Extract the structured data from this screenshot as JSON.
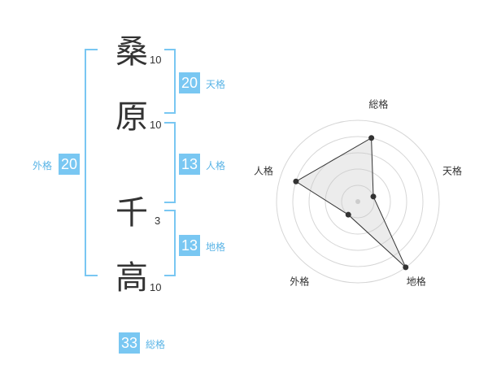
{
  "name": {
    "chars": [
      {
        "char": "桑",
        "strokes": "10"
      },
      {
        "char": "原",
        "strokes": "10"
      },
      {
        "char": "千",
        "strokes": "3"
      },
      {
        "char": "高",
        "strokes": "10"
      }
    ]
  },
  "fortunes": {
    "tenkaku": {
      "value": "20",
      "label": "天格"
    },
    "jinkaku": {
      "value": "13",
      "label": "人格"
    },
    "chikaku": {
      "value": "13",
      "label": "地格"
    },
    "gaikaku": {
      "value": "20",
      "label": "外格"
    },
    "soukaku": {
      "value": "33",
      "label": "総格"
    }
  },
  "colors": {
    "accent": "#79c7f2",
    "label": "#5ab4e6",
    "text": "#333333"
  },
  "chart_data": {
    "type": "radar",
    "axes": [
      "総格",
      "天格",
      "地格",
      "外格",
      "人格"
    ],
    "values": [
      4,
      1,
      5,
      1,
      4
    ],
    "rings": 5,
    "max": 5
  }
}
